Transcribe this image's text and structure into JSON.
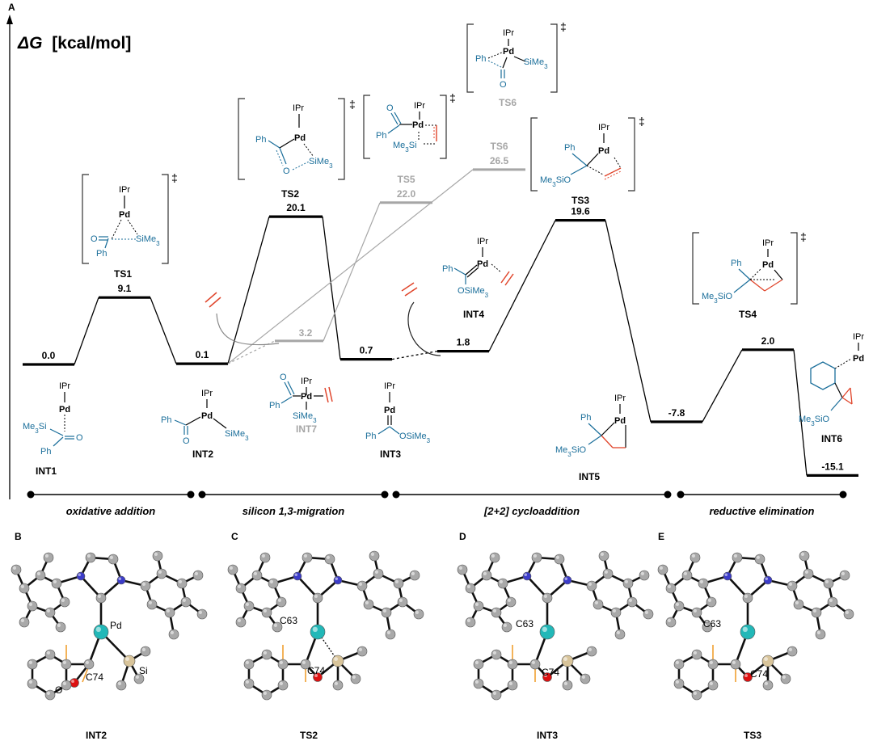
{
  "panel_labels": {
    "A": "A",
    "B": "B",
    "C": "C",
    "D": "D",
    "E": "E"
  },
  "axis": {
    "label_symbol": "ΔG",
    "label_unit": "[kcal/mol]"
  },
  "colors": {
    "line": "#000000",
    "gray": "#a6a6a6",
    "blue": "#1a6e9a",
    "red": "#e0452b",
    "pd": "#22b8b8",
    "si": "#d8c49a",
    "o": "#dd1111",
    "n": "#3c3cc8",
    "c": "#a9a9a9",
    "orange": "#f0a030"
  },
  "chart_data": {
    "type": "energy-profile",
    "ylabel": "ΔG [kcal/mol]",
    "main_path": [
      {
        "species": "INT1",
        "energy": 0.0,
        "label": "0.0"
      },
      {
        "species": "TS1",
        "energy": 9.1,
        "label": "9.1"
      },
      {
        "species": "INT2",
        "energy": 0.1,
        "label": "0.1"
      },
      {
        "species": "TS2",
        "energy": 20.1,
        "label": "20.1"
      },
      {
        "species": "INT3",
        "energy": 0.7,
        "label": "0.7"
      },
      {
        "species": "INT4",
        "energy": 1.8,
        "label": "1.8"
      },
      {
        "species": "TS3",
        "energy": 19.6,
        "label": "19.6"
      },
      {
        "species": "INT5",
        "energy": -7.8,
        "label": "-7.8"
      },
      {
        "species": "TS4",
        "energy": 2.0,
        "label": "2.0"
      },
      {
        "species": "INT6",
        "energy": -15.1,
        "label": "-15.1"
      }
    ],
    "alternative_path": [
      {
        "species": "INT7",
        "energy": 3.2,
        "label": "3.2"
      },
      {
        "species": "TS5",
        "energy": 22.0,
        "label": "22.0"
      },
      {
        "species": "TS6",
        "energy": 26.5,
        "label": "26.5"
      }
    ],
    "stages": [
      "oxidative addition",
      "silicon 1,3-migration",
      "[2+2] cycloaddition",
      "reductive elimination"
    ]
  },
  "structure_labels": {
    "ts1": "TS1",
    "ts2": "TS2",
    "ts3": "TS3",
    "ts4": "TS4",
    "ts5": "TS5",
    "ts6_top": "TS6",
    "ts6_line": "TS6",
    "int1": "INT1",
    "int2": "INT2",
    "int3": "INT3",
    "int4": "INT4",
    "int5": "INT5",
    "int6": "INT6",
    "int7": "INT7"
  },
  "chem": {
    "ipr": "IPr",
    "pd": "Pd",
    "ph": "Ph",
    "o": "O",
    "sime3": "SiMe3",
    "me3si": "Me3Si",
    "osime3": "OSiMe3",
    "me3sio": "Me3SiO",
    "dagger": "‡"
  },
  "panels": {
    "B": {
      "caption": "INT2",
      "atoms": [
        "Pd",
        "Si",
        "O",
        "C74"
      ]
    },
    "C": {
      "caption": "TS2",
      "atoms": [
        "C63",
        "C74"
      ]
    },
    "D": {
      "caption": "INT3",
      "atoms": [
        "C63",
        "C74"
      ]
    },
    "E": {
      "caption": "TS3",
      "atoms": [
        "C63",
        "C74"
      ]
    }
  }
}
